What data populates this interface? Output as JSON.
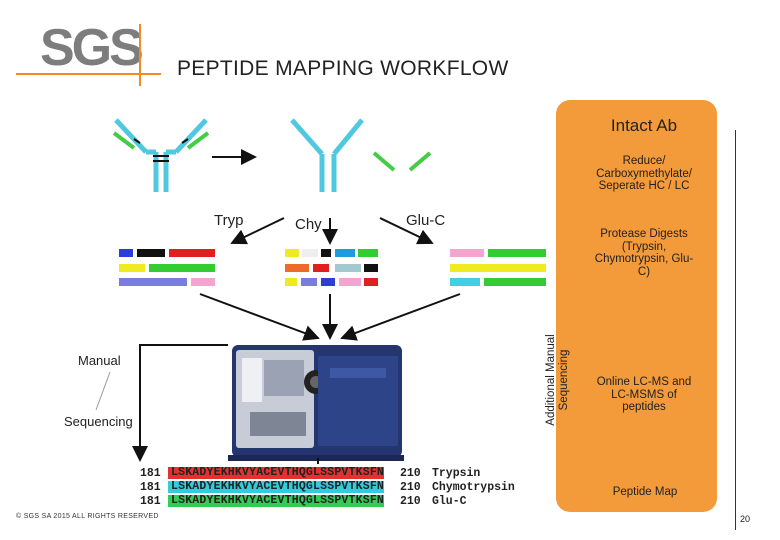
{
  "header": {
    "logo_text": "SGS",
    "title": "PEPTIDE MAPPING WORKFLOW"
  },
  "diagram": {
    "enzymes": [
      "Tryp",
      "Chy",
      "Glu-C"
    ],
    "manual_label": "Manual",
    "sequencing_label": "Sequencing",
    "rows": [
      {
        "start": "181",
        "sequence": "LSKADYEKHKVYACEVTHQGLSSPVTKSFN",
        "end": "210",
        "enzyme": "Trypsin",
        "color": "#e53030"
      },
      {
        "start": "181",
        "sequence": "LSKADYEKHKVYACEVTHQGLSSPVTKSFN",
        "end": "210",
        "enzyme": "Chymotrypsin",
        "color": "#33ccdd"
      },
      {
        "start": "181",
        "sequence": "LSKADYEKHKVYACEVTHQGLSSPVTKSFN",
        "end": "210",
        "enzyme": "Glu-C",
        "color": "#33cc55"
      }
    ],
    "colors": {
      "antibody_heavy": "#4fc8e0",
      "antibody_light": "#44cc44",
      "accent_orange": "#f39a3b",
      "logo_gray": "#7d7d7d"
    }
  },
  "panel": {
    "title": "Intact Ab",
    "step1": "Reduce/ Carboxymethylate/ Seperate HC / LC",
    "step2": "Protease Digests (Trypsin, Chymotrypsin, Glu-C)",
    "step3": "Online LC-MS and LC-MSMS of peptides",
    "side_label_line1": "Additional Manual",
    "side_label_line2": "Sequencing",
    "final": "Peptide Map"
  },
  "footer": {
    "copyright": "© SGS SA 2015 ALL RIGHTS RESERVED",
    "page_number": "20"
  }
}
